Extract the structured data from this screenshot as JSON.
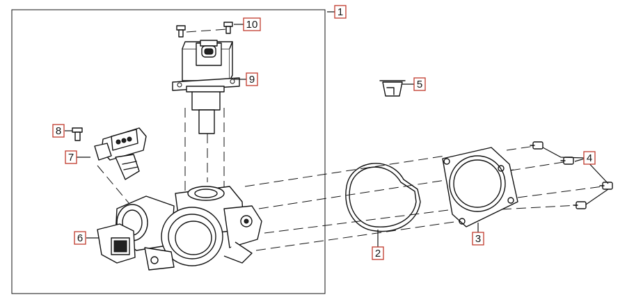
{
  "diagram": {
    "callouts": [
      {
        "id": "1",
        "label": "1"
      },
      {
        "id": "2",
        "label": "2"
      },
      {
        "id": "3",
        "label": "3"
      },
      {
        "id": "4",
        "label": "4"
      },
      {
        "id": "5",
        "label": "5"
      },
      {
        "id": "6",
        "label": "6"
      },
      {
        "id": "7",
        "label": "7"
      },
      {
        "id": "8",
        "label": "8"
      },
      {
        "id": "9",
        "label": "9"
      },
      {
        "id": "10",
        "label": "10"
      }
    ],
    "colors": {
      "callout_border": "#c0392b",
      "line_art": "#111111",
      "background": "#ffffff"
    }
  }
}
